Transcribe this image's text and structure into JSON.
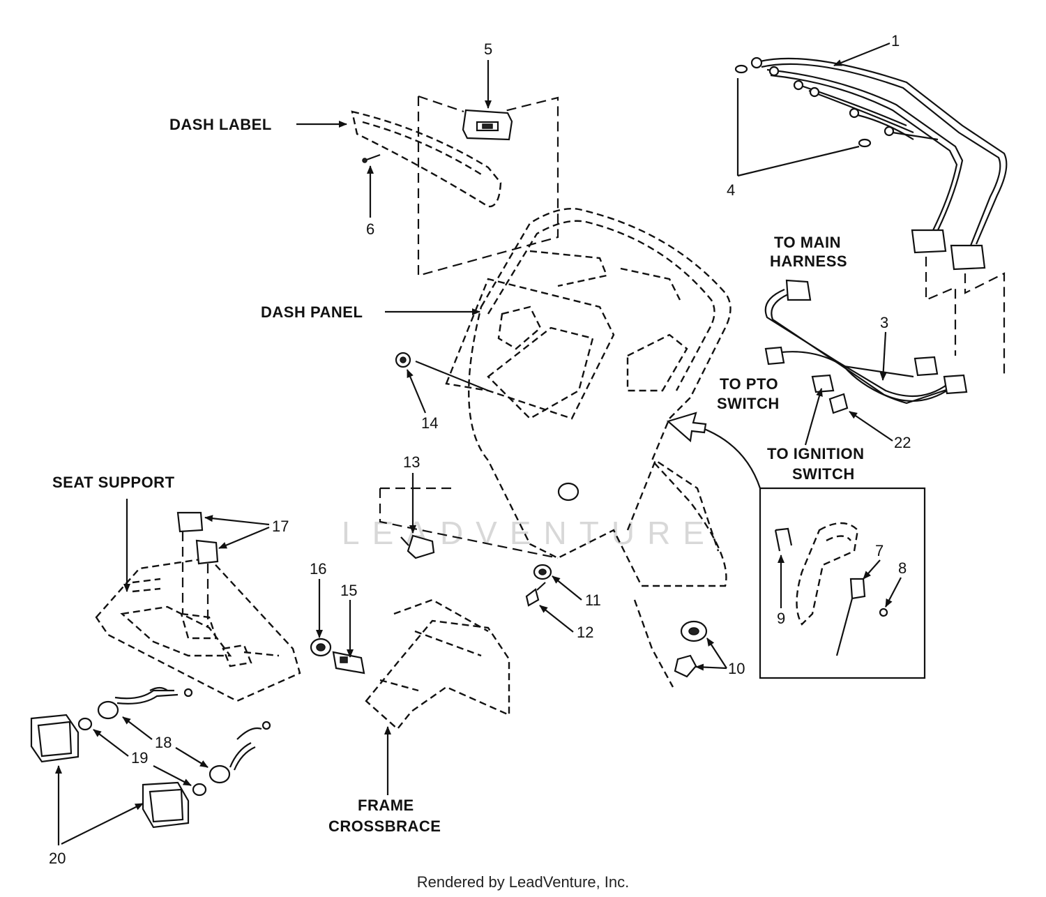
{
  "watermark": "LEADVENTURE",
  "footer": "Rendered by LeadVenture, Inc.",
  "labels": {
    "dash_label": "DASH LABEL",
    "dash_panel": "DASH PANEL",
    "to_main_1": "TO MAIN",
    "to_main_2": "HARNESS",
    "to_pto_1": "TO PTO",
    "to_pto_2": "SWITCH",
    "to_ign_1": "TO IGNITION",
    "to_ign_2": "SWITCH",
    "seat_support": "SEAT SUPPORT",
    "frame_1": "FRAME",
    "frame_2": "CROSSBRACE"
  },
  "callouts": {
    "c1": "1",
    "c3": "3",
    "c4": "4",
    "c5": "5",
    "c6": "6",
    "c7": "7",
    "c8": "8",
    "c9": "9",
    "c10": "10",
    "c11": "11",
    "c12": "12",
    "c13": "13",
    "c14": "14",
    "c15": "15",
    "c16": "16",
    "c17": "17",
    "c18": "18",
    "c19": "19",
    "c20": "20",
    "c22": "22"
  }
}
